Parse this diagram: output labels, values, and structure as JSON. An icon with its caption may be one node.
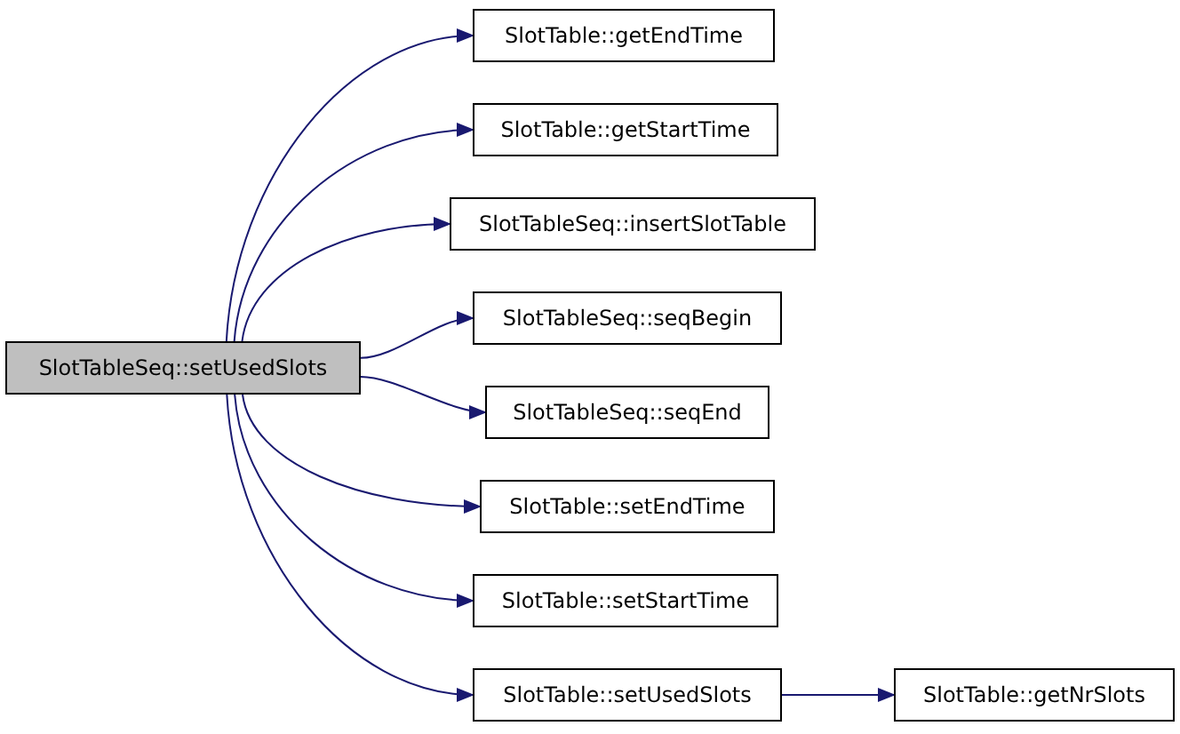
{
  "diagram": {
    "nodes": [
      {
        "text": [
          "SlotTableSeq::setUsedSlots"
        ]
      },
      {
        "text": [
          "SlotTable::getEndTime"
        ]
      },
      {
        "text": [
          "SlotTable::getStartTime"
        ]
      },
      {
        "text": [
          "SlotTableSeq::insertSlotTable"
        ]
      },
      {
        "text": [
          "SlotTableSeq::seqBegin"
        ]
      },
      {
        "text": [
          "SlotTableSeq::seqEnd"
        ]
      },
      {
        "text": [
          "SlotTable::setEndTime"
        ]
      },
      {
        "text": [
          "SlotTable::setStartTime"
        ]
      },
      {
        "text": [
          "SlotTable::setUsedSlots"
        ]
      },
      {
        "text": [
          "SlotTable::getNrSlots"
        ]
      }
    ],
    "edges": [
      {
        "from": 0,
        "to": 1,
        "arrow": "to"
      },
      {
        "from": 0,
        "to": 2,
        "arrow": "to"
      },
      {
        "from": 0,
        "to": 3,
        "arrow": "to"
      },
      {
        "from": 0,
        "to": 4,
        "arrow": "to"
      },
      {
        "from": 0,
        "to": 5,
        "arrow": "to"
      },
      {
        "from": 0,
        "to": 6,
        "arrow": "to"
      },
      {
        "from": 0,
        "to": 7,
        "arrow": "to"
      },
      {
        "from": 0,
        "to": 8,
        "arrow": "to"
      },
      {
        "from": 8,
        "to": 9,
        "arrow": "to"
      }
    ]
  }
}
